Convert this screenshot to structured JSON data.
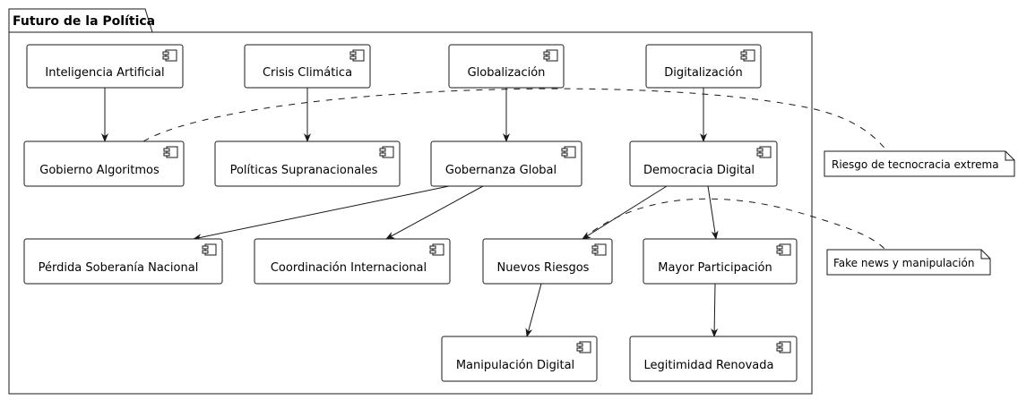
{
  "package": {
    "title": "Futuro de la Política"
  },
  "components": {
    "ia": "Inteligencia Artificial",
    "crisis": "Crisis Climática",
    "glob": "Globalización",
    "digit": "Digitalización",
    "gobalg": "Gobierno Algoritmos",
    "polsup": "Políticas Supranacionales",
    "gobglobal": "Gobernanza Global",
    "demdig": "Democracia Digital",
    "perdida": "Pérdida Soberanía Nacional",
    "coord": "Coordinación Internacional",
    "riesgos": "Nuevos Riesgos",
    "mayor": "Mayor Participación",
    "manip": "Manipulación Digital",
    "legit": "Legitimidad Renovada"
  },
  "notes": {
    "tecnocracia": "Riesgo de tecnocracia extrema",
    "fakenews": "Fake news y manipulación"
  },
  "relations": [
    [
      "ia",
      "gobalg"
    ],
    [
      "crisis",
      "polsup"
    ],
    [
      "glob",
      "gobglobal"
    ],
    [
      "digit",
      "demdig"
    ],
    [
      "gobglobal",
      "perdida"
    ],
    [
      "gobglobal",
      "coord"
    ],
    [
      "demdig",
      "riesgos"
    ],
    [
      "demdig",
      "mayor"
    ],
    [
      "riesgos",
      "manip"
    ],
    [
      "mayor",
      "legit"
    ]
  ],
  "note_links": [
    [
      "gobalg",
      "tecnocracia"
    ],
    [
      "riesgos",
      "fakenews"
    ]
  ]
}
